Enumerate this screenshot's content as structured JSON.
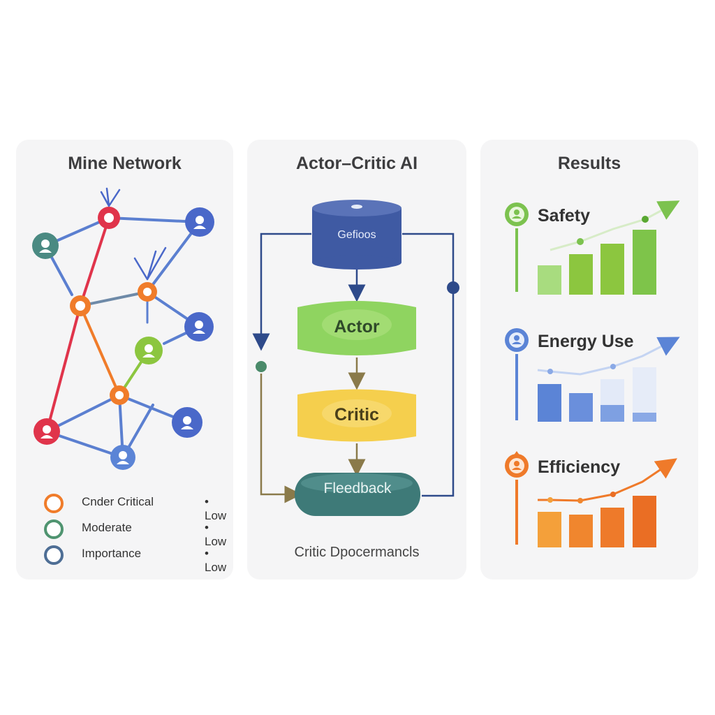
{
  "network": {
    "title": "Mine Network",
    "legend": [
      {
        "label": "Cnder Critical",
        "value": "• Low",
        "color": "#f07c2a"
      },
      {
        "label": "Moderate",
        "value": "• Low",
        "color": "#4f9470"
      },
      {
        "label": "Importance",
        "value": "• Low",
        "color": "#4e6e95"
      }
    ]
  },
  "actor_critic": {
    "title": "Actor–Critic AI",
    "nodes": {
      "top": "Gefioos",
      "actor": "Actor",
      "critic": "Critic",
      "feedback": "Fleedback"
    },
    "caption": "Critic Dpocermancls"
  },
  "results": {
    "title": "Results",
    "metrics": [
      {
        "label": "Safety",
        "color": "#7cc24f",
        "icon": "user-icon"
      },
      {
        "label": "Energy Use",
        "color": "#5b84d6",
        "icon": "user-icon"
      },
      {
        "label": "Efficiency",
        "color": "#ef7a2a",
        "icon": "flame-user-icon"
      }
    ]
  },
  "colors": {
    "red": "#e0344b",
    "blue": "#4a68c9",
    "orange": "#f07c2a",
    "green": "#8cc63f",
    "teal": "#4a8a82",
    "navy": "#3b5aa3"
  }
}
